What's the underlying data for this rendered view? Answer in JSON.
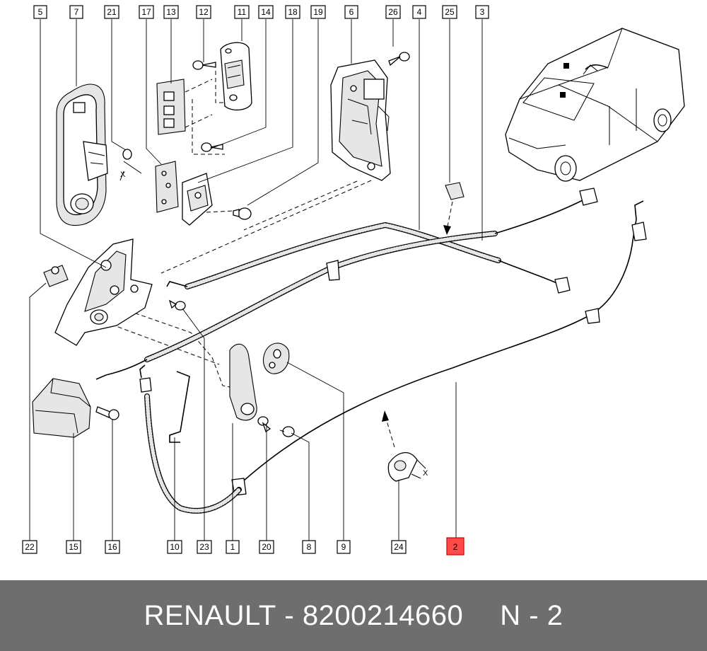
{
  "callouts": [
    {
      "id": "c5",
      "label": "5"
    },
    {
      "id": "c7",
      "label": "7"
    },
    {
      "id": "c21",
      "label": "21"
    },
    {
      "id": "c17",
      "label": "17"
    },
    {
      "id": "c13",
      "label": "13"
    },
    {
      "id": "c12",
      "label": "12"
    },
    {
      "id": "c11",
      "label": "11"
    },
    {
      "id": "c14",
      "label": "14"
    },
    {
      "id": "c18",
      "label": "18"
    },
    {
      "id": "c19",
      "label": "19"
    },
    {
      "id": "c6",
      "label": "6"
    },
    {
      "id": "c26",
      "label": "26"
    },
    {
      "id": "c4",
      "label": "4"
    },
    {
      "id": "c25",
      "label": "25"
    },
    {
      "id": "c3",
      "label": "3"
    },
    {
      "id": "c22",
      "label": "22"
    },
    {
      "id": "c15",
      "label": "15"
    },
    {
      "id": "c16",
      "label": "16"
    },
    {
      "id": "c10",
      "label": "10"
    },
    {
      "id": "c23",
      "label": "23"
    },
    {
      "id": "c1",
      "label": "1"
    },
    {
      "id": "c20",
      "label": "20"
    },
    {
      "id": "c8",
      "label": "8"
    },
    {
      "id": "c9",
      "label": "9"
    },
    {
      "id": "c24",
      "label": "24"
    },
    {
      "id": "c2",
      "label": "2",
      "highlighted": true
    }
  ],
  "dimension_marks": {
    "left": "X",
    "right": "X"
  },
  "colors": {
    "footer_bg": "#6e6e6e",
    "highlight": "#ff4a4a",
    "line": "#000000"
  },
  "footer": {
    "brand": "RENAULT",
    "separator": "-",
    "part_number": "8200214660",
    "position_code": "N - 2"
  }
}
